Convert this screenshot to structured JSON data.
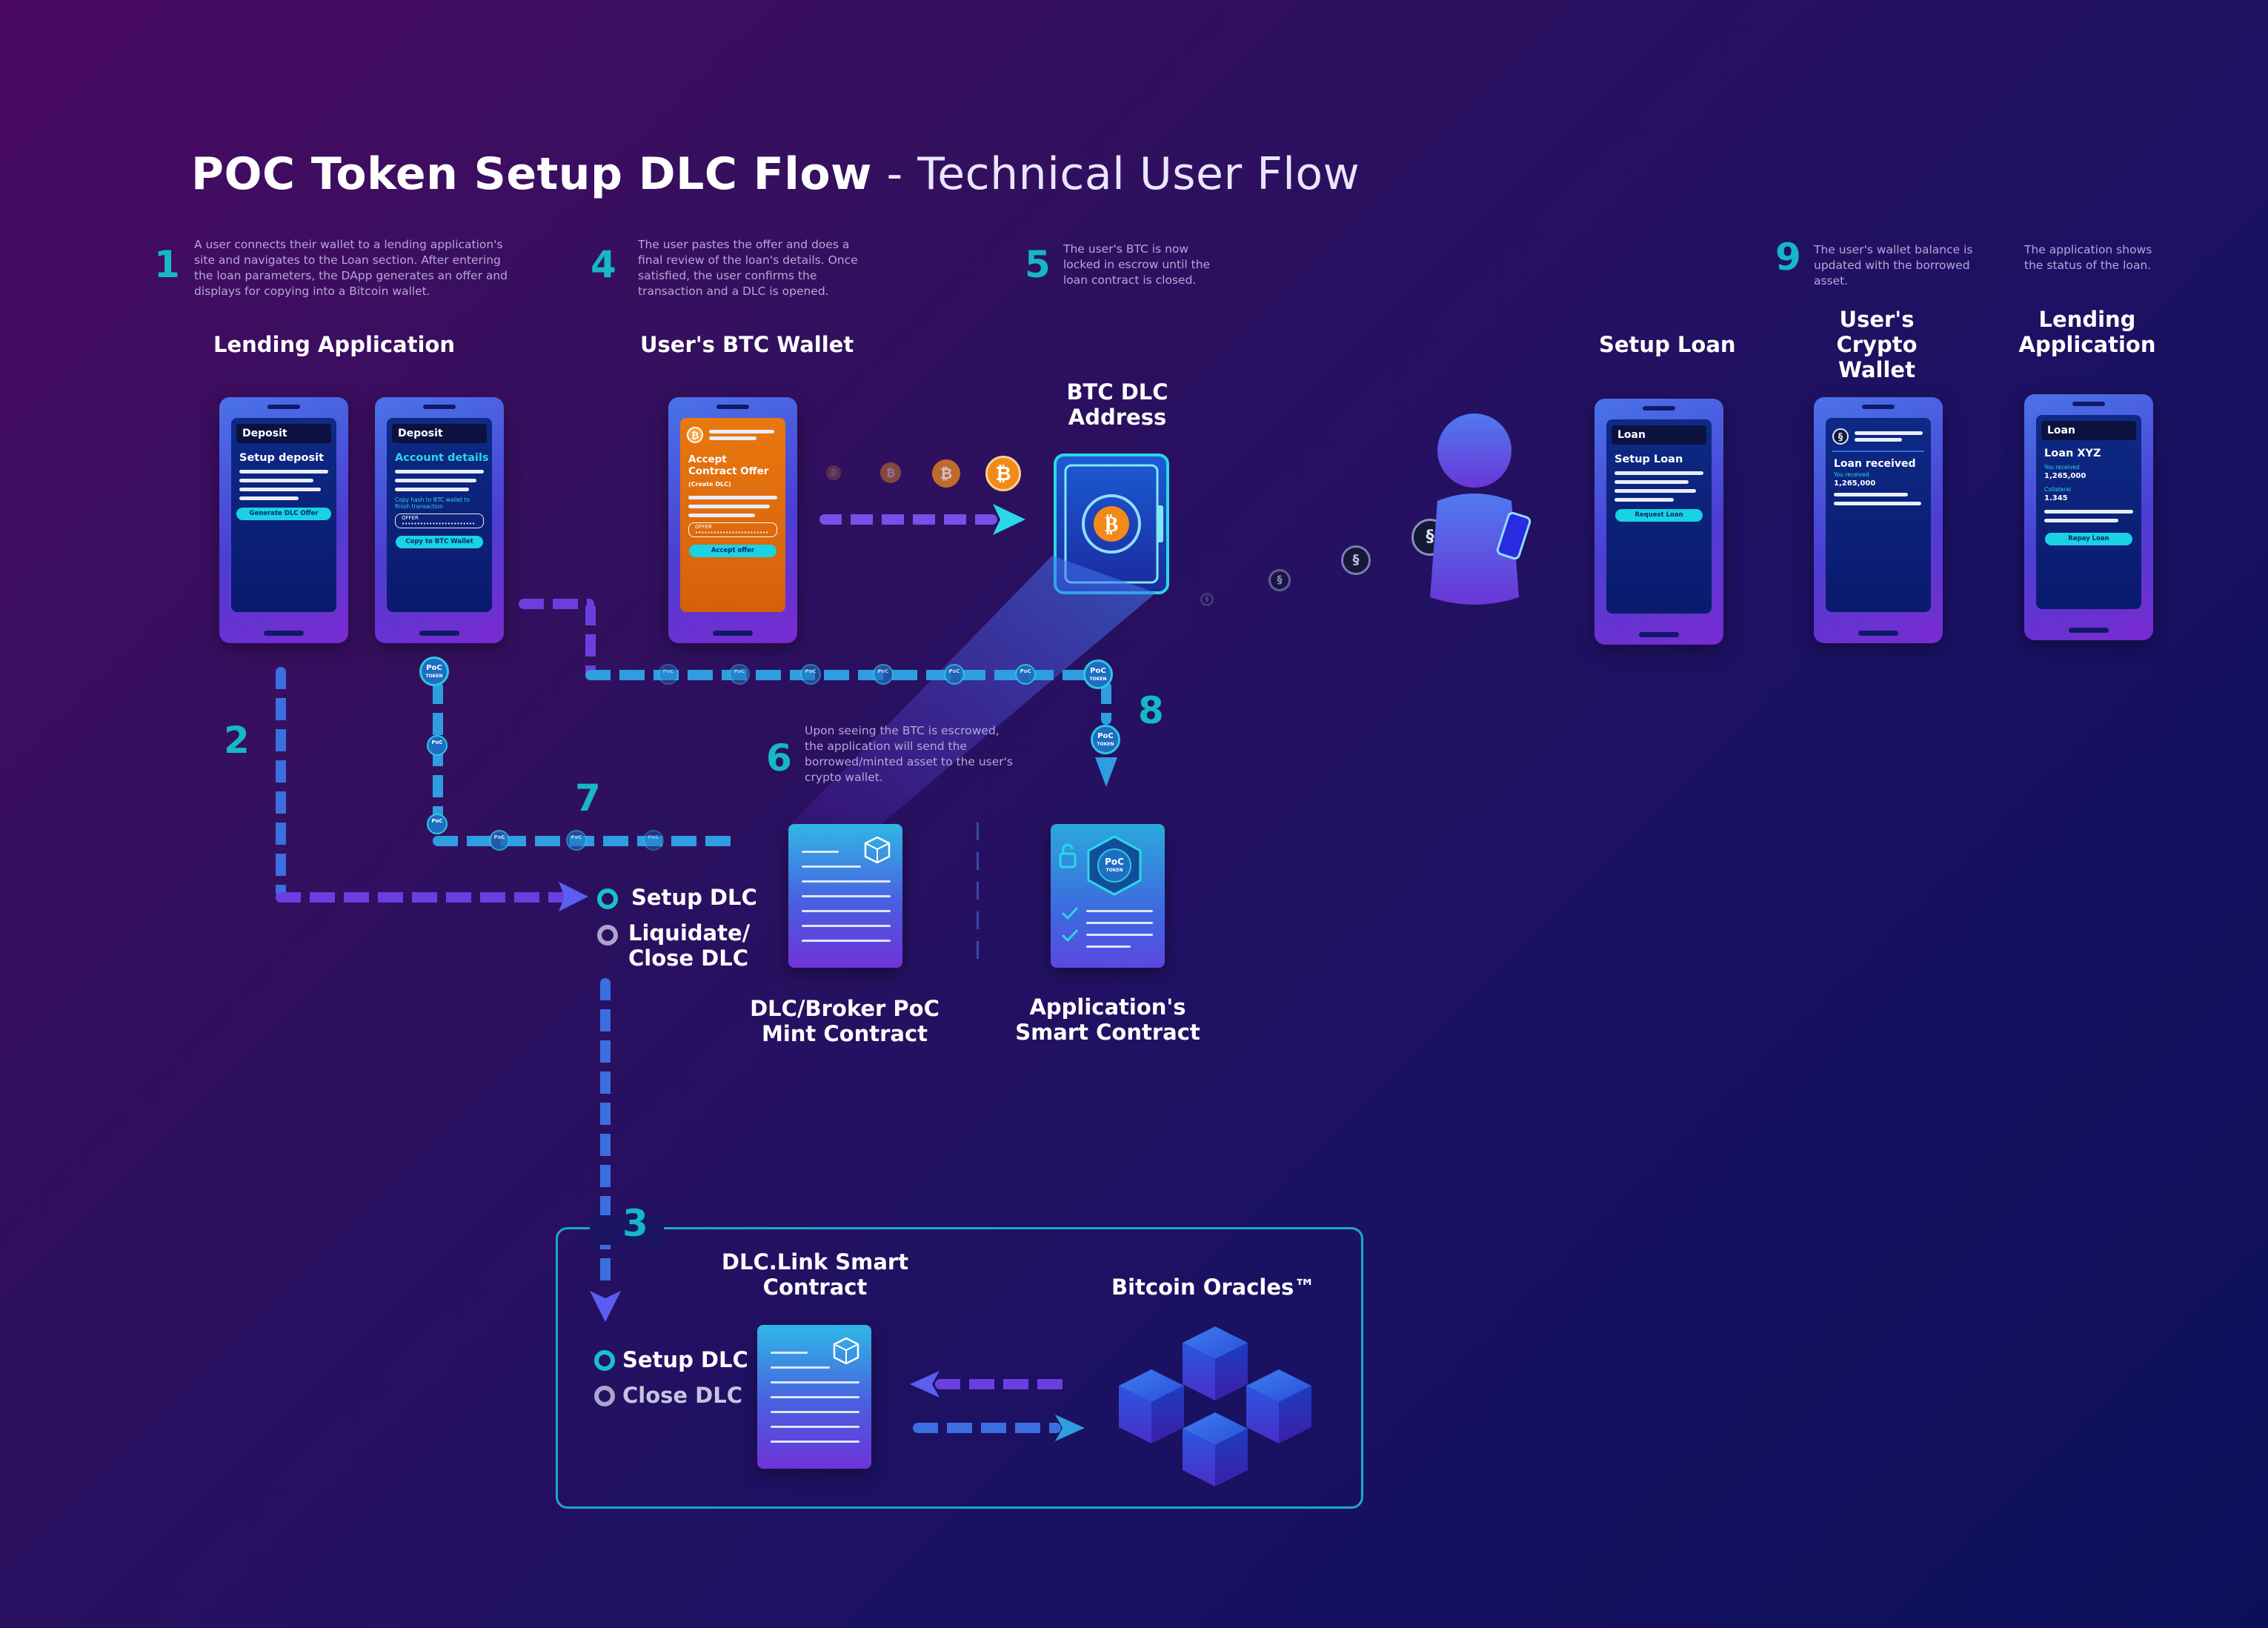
{
  "title": {
    "bold": "POC Token Setup DLC Flow",
    "light": " - Technical User Flow"
  },
  "steps": {
    "s1": {
      "num": "1",
      "desc": "A user connects their wallet to a lending application's site and navigates to the Loan section. After entering the loan parameters, the DApp generates an offer and displays for copying into a Bitcoin wallet."
    },
    "s2": {
      "num": "2"
    },
    "s3": {
      "num": "3"
    },
    "s4": {
      "num": "4",
      "desc": "The user pastes the offer and does a final review of the loan's details. Once satisfied, the user confirms the transaction and a DLC is opened."
    },
    "s5": {
      "num": "5",
      "desc": "The user's BTC is now locked in escrow until the loan contract is closed."
    },
    "s6": {
      "num": "6",
      "desc": "Upon seeing the BTC is escrowed, the application will send the borrowed/minted asset to the user's crypto wallet."
    },
    "s7": {
      "num": "7"
    },
    "s8": {
      "num": "8"
    },
    "s9": {
      "num": "9",
      "desc": "The user's wallet balance is updated with the borrowed asset."
    },
    "s_app": {
      "desc": "The application shows the status of the loan."
    }
  },
  "labels": {
    "lending_app": "Lending Application",
    "btc_wallet": "User's BTC Wallet",
    "btc_dlc_address": "BTC DLC Address",
    "setup_loan": "Setup Loan",
    "crypto_wallet": "User's Crypto Wallet",
    "lending_app_2": "Lending Application",
    "mint_contract": "DLC/Broker PoC Mint Contract",
    "app_contract": "Application's Smart Contract",
    "dlclink_contract": "DLC.Link Smart Contract",
    "oracles": "Bitcoin Oracles™"
  },
  "options_mid": {
    "setup": "Setup DLC",
    "liquidate": "Liquidate/ Close DLC"
  },
  "options_box": {
    "setup": "Setup DLC",
    "close": "Close DLC"
  },
  "phone1": {
    "header": "Deposit",
    "title": "Setup deposit",
    "button": "Generate DLC Offer"
  },
  "phone2": {
    "header": "Deposit",
    "title": "Account details",
    "note": "Copy hash to BTC wallet to finish transaction",
    "field_label": "OFFER",
    "field_value": "••••••••••••••••••••••••",
    "button": "Copy to BTC Wallet"
  },
  "phone3": {
    "title": "Accept Contract Offer",
    "subtitle": "(Create DLC)",
    "field_label": "OFFER",
    "field_value": "••••••••••••••••••••••••",
    "button": "Accept offer"
  },
  "phone4": {
    "header": "Loan",
    "title": "Setup Loan",
    "button": "Request Loan"
  },
  "phone5": {
    "title": "Loan received",
    "sub": "You received",
    "amount": "1,265,000"
  },
  "phone6": {
    "header": "Loan",
    "title": "Loan XYZ",
    "received_label": "You received",
    "received": "1,265,000",
    "collateral_label": "Collateral",
    "collateral": "1.345",
    "button": "Repay Loan"
  },
  "token": {
    "line1": "PoC",
    "line2": "TOKEN"
  },
  "btc_symbol": "₿",
  "colors": {
    "accent_teal": "#15b8c4",
    "dash_purple": "#6a3fe0",
    "btc_orange": "#f28a1a"
  }
}
